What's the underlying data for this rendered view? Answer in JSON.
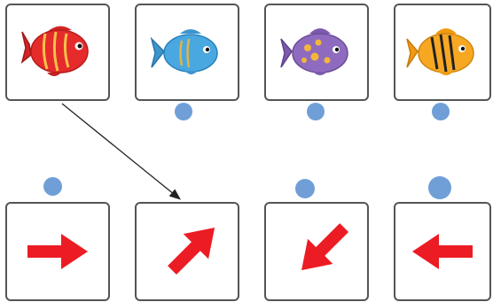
{
  "colors": {
    "card_border": "#555555",
    "dot": "#6f9fd6",
    "arrow": "#ec1c24",
    "connector_line": "#222222"
  },
  "fish_cards": [
    {
      "icon": "red-striped-fish-icon",
      "body": "#e52b2b",
      "accent": "#f6c04a"
    },
    {
      "icon": "blue-fish-icon",
      "body": "#49a8df",
      "accent": "#e2b44a"
    },
    {
      "icon": "purple-spotted-fish-icon",
      "body": "#8f6bbf",
      "accent": "#f3b63a"
    },
    {
      "icon": "orange-striped-fish-icon",
      "body": "#f7a823",
      "accent": "#222222"
    }
  ],
  "arrow_cards": [
    {
      "icon": "arrow-right-icon",
      "direction": "right"
    },
    {
      "icon": "arrow-up-right-icon",
      "direction": "up-right"
    },
    {
      "icon": "arrow-down-left-icon",
      "direction": "down-left"
    },
    {
      "icon": "arrow-left-icon",
      "direction": "left"
    }
  ],
  "connections": [
    {
      "from": "fish-card-1",
      "to": "arrow-card-2"
    }
  ]
}
